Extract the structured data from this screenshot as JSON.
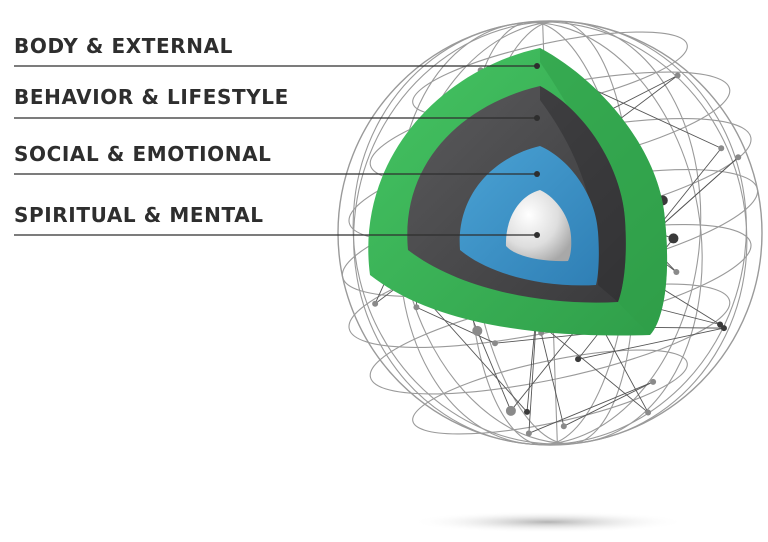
{
  "labels": {
    "body": "BODY & EXTERNAL",
    "behavior": "BEHAVIOR & LIFESTYLE",
    "social": "SOCIAL & EMOTIONAL",
    "spiritual": "SPIRITUAL & MENTAL"
  },
  "colors": {
    "body_layer": "#3db55a",
    "behavior_layer": "#4a4a4c",
    "social_layer": "#3d8fc4",
    "spiritual_core": "#e6e6e6",
    "wireframe": "#9a9a9a",
    "text": "#2e2e2e"
  }
}
